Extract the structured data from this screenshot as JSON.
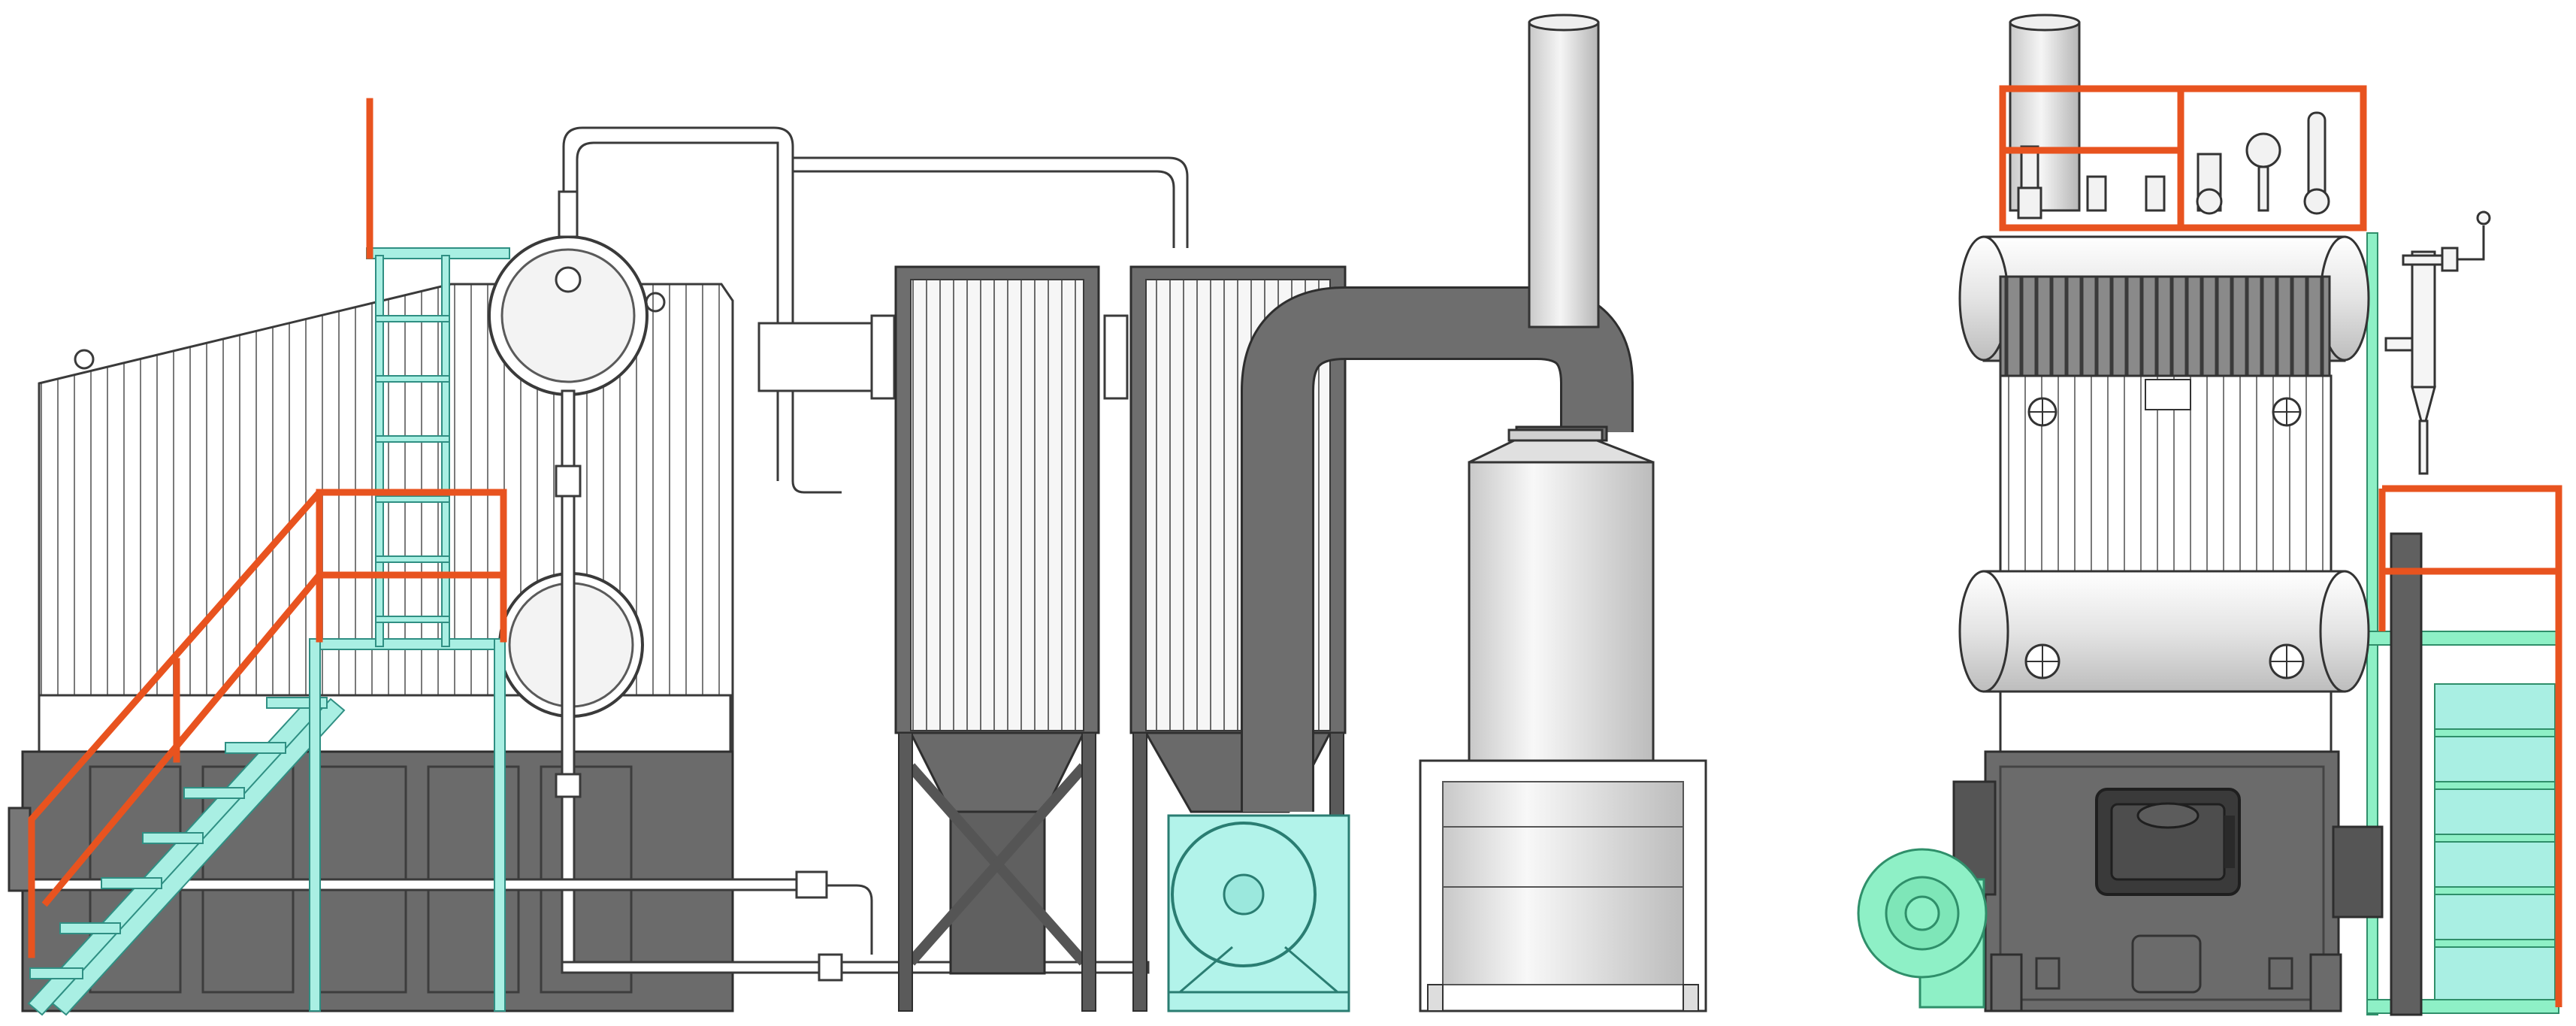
{
  "drawing": {
    "views": [
      "side-elevation",
      "front-elevation"
    ],
    "colors": {
      "background": "#ffffff",
      "outline": "#3a3a3a",
      "casing_dark": "#6b6b6b",
      "duct_gray": "#6e6e6e",
      "hopper_gray": "#555555",
      "drum_light": "#f2f2f2",
      "platform_orange": "#e8531f",
      "ladder_cyan": "#a9efe3",
      "fan_cyan": "#b2f3ea",
      "fan_green": "#8ef0c6",
      "tank_gray": "#d9d9d9"
    },
    "components": [
      "boiler-body",
      "steam-drum",
      "mud-drum",
      "stair",
      "handrail",
      "ladder",
      "dust-collector-1",
      "dust-collector-2",
      "flue-duct",
      "induced-draft-fan",
      "water-scrubber-tank",
      "chimney",
      "front-platform",
      "side-platform",
      "front-steam-drum",
      "front-lower-drum",
      "furnace-door",
      "forced-draft-fan"
    ]
  }
}
